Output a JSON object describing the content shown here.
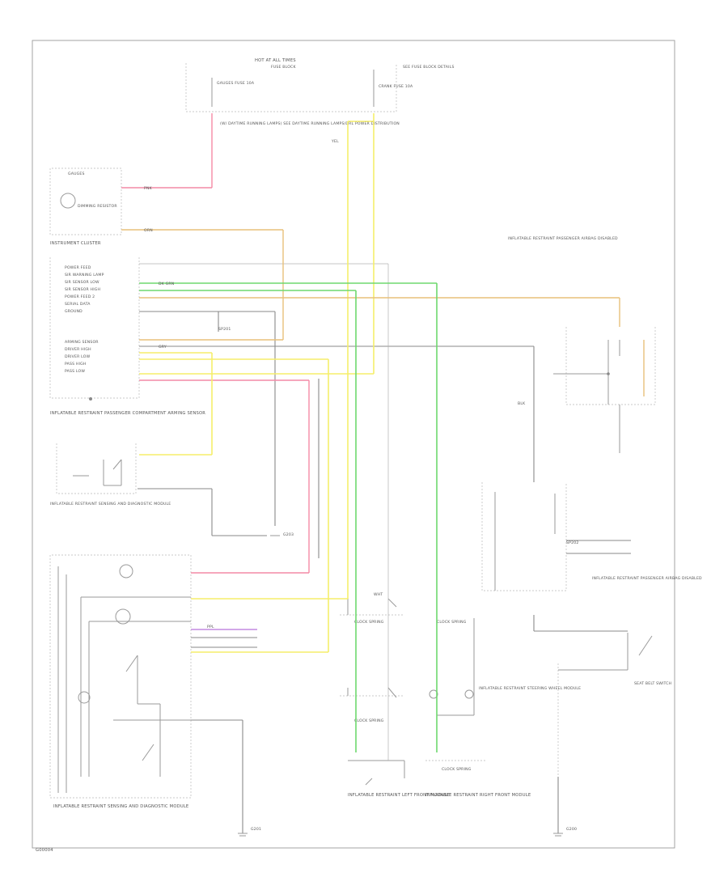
{
  "diagram": {
    "footer_code": "G00004",
    "colors": {
      "frame": "#9a9a9a",
      "pink": "#f48aa5",
      "yellow": "#f5ee6a",
      "orange": "#e8c07a",
      "green": "#6ed86e",
      "violet": "#c48ae0",
      "gray": "#9a9a9a"
    },
    "components": {
      "fuse_block_top": "HOT AT ALL TIMES",
      "fuse_block_top_sub": "FUSE BLOCK",
      "fuse_left": "GAUGES FUSE 10A",
      "fuse_right": "CRANK FUSE 10A",
      "fuse_right_note": "SEE FUSE BLOCK DETAILS",
      "fuse_note": "(W/ DAYTIME RUNNING LAMPS) SEE DAYTIME RUNNING LAMPS/DRL POWER DISTRIBUTION",
      "instrument_cluster": "INSTRUMENT CLUSTER",
      "cluster_bulb": "GAUGES",
      "cluster_bulb2": "DIMMING RESISTOR",
      "sir_module": "INFLATABLE RESTRAINT SENSING AND DIAGNOSTIC MODULE",
      "arming_sensor": "INFLATABLE RESTRAINT PASSENGER COMPARTMENT ARMING SENSOR",
      "steering_module": "INFLATABLE RESTRAINT STEERING WHEEL MODULE",
      "drivers_module": "INFLATABLE RESTRAINT LEFT FRONT MODULE",
      "pass_module": "INFLATABLE RESTRAINT RIGHT FRONT MODULE",
      "passenger_switch": "SEAT BELT SWITCH",
      "right_note": "INFLATABLE RESTRAINT PASSENGER AIRBAG DISABLED",
      "ground_left": "G201",
      "ground_mid": "G203",
      "ground_right": "G200",
      "coil_label": "CLOCK SPRING",
      "splice_left": "SP201",
      "splice_right": "SP202"
    },
    "pin_labels": [
      "POWER FEED",
      "SIR WARNING LAMP",
      "SIR SENSOR LOW",
      "SIR SENSOR HIGH",
      "POWER FEED 2",
      "SERIAL DATA",
      "GROUND",
      "ARMING SENSOR",
      "DRIVER HIGH",
      "DRIVER LOW",
      "PASS HIGH",
      "PASS LOW"
    ],
    "wire_labels": {
      "pink": "PNK",
      "yellow": "YEL",
      "orange": "ORN",
      "green": "DK GRN",
      "gray": "GRY",
      "black": "BLK",
      "white": "WHT",
      "violet": "PPL"
    }
  }
}
